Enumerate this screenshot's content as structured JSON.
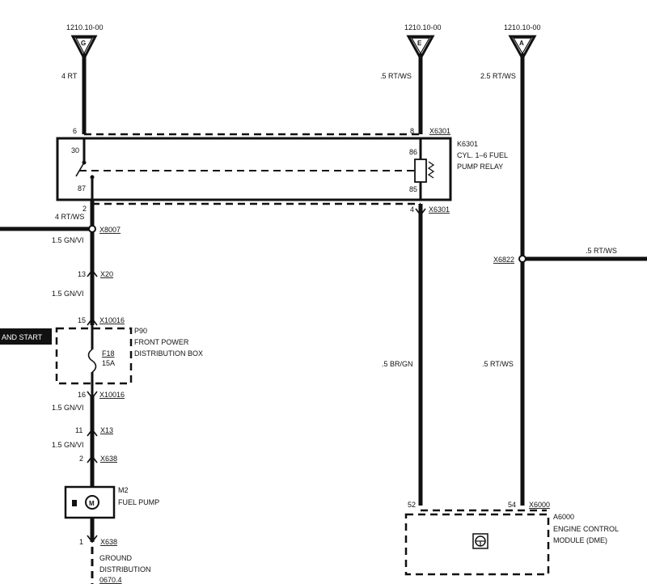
{
  "page_refs": {
    "g": "1210.10-00",
    "e": "1210.10-00",
    "a": "1210.10-00"
  },
  "connector_letters": {
    "g": "G",
    "e": "E",
    "a": "A"
  },
  "wires": {
    "g_top": "4 RT",
    "e_top": ".5 RT/WS",
    "a_top": "2.5 RT/WS",
    "relay_out": "4 RT/WS",
    "gnvi_1": "1.5 GN/VI",
    "gnvi_2": "1.5 GN/VI",
    "gnvi_3": "1.5 GN/VI",
    "gnvi_4": "1.5 GN/VI",
    "x6822_right": ".5 RT/WS",
    "e_lower": ".5 BR/GN",
    "a_lower": ".5 RT/WS"
  },
  "relay": {
    "connector": "X6301",
    "pin_6": "6",
    "pin_8": "8",
    "pin_2": "2",
    "pin_4": "4",
    "pin_30": "30",
    "pin_87": "87",
    "pin_86": "86",
    "pin_85": "85",
    "id": "K6301",
    "name_line1": "CYL. 1–6 FUEL",
    "name_line2": "PUMP RELAY"
  },
  "splices": {
    "x8007": "X8007",
    "x6822": "X6822"
  },
  "connectors": {
    "x20": "X20",
    "x20_pin": "13",
    "x10016": "X10016",
    "x10016_pin_top": "15",
    "x10016_pin_bottom": "16",
    "x13": "X13",
    "x13_pin": "11",
    "x638": "X638",
    "x638_pin_top": "2",
    "x638_pin_bottom": "1",
    "x6000": "X6000",
    "x6000_pin_52": "52",
    "x6000_pin_54": "54"
  },
  "side_label": "AND START",
  "fuse_box": {
    "id": "P90",
    "name_line1": "FRONT POWER",
    "name_line2": "DISTRIBUTION BOX",
    "fuse": "F18",
    "rating": "15A"
  },
  "pump": {
    "id": "M2",
    "name": "FUEL PUMP",
    "symbol": "M"
  },
  "ground": {
    "line1": "GROUND",
    "line2": "DISTRIBUTION",
    "ref": "0670.4"
  },
  "ecm": {
    "id": "A6000",
    "name_line1": "ENGINE CONTROL",
    "name_line2": "MODULE (DME)",
    "icon": "steering-wheel-icon"
  }
}
